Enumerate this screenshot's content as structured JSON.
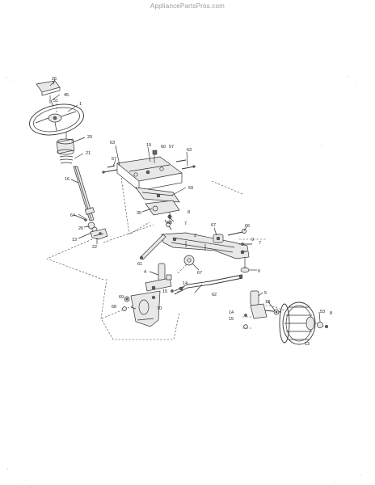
{
  "watermark": "AppliancePartsPros.com",
  "labels": {
    "l26a": "26",
    "l45": "45",
    "l51": "51",
    "l1": "1",
    "l20": "20",
    "l21": "21",
    "l16": "16",
    "l64": "64",
    "l26b": "26",
    "l13a": "13",
    "l22": "22",
    "l63a": "63",
    "l57a": "57",
    "l19": "19",
    "l60": "60",
    "l57b": "57",
    "l63b": "63",
    "l59": "59",
    "l35": "35",
    "l58": "58",
    "l8a": "8",
    "l7a": "7",
    "l2": "2",
    "l67a": "67",
    "l66": "66",
    "l9": "9",
    "l7b": "7",
    "l61": "61",
    "l4": "4",
    "l67b": "67",
    "l6": "6",
    "l14a": "14",
    "l15a": "15",
    "l62": "62",
    "l5": "5",
    "l69": "69",
    "l68": "68",
    "l70": "70",
    "l13b": "13",
    "l14b": "14",
    "l15b": "15",
    "l53": "53",
    "l8b": "8",
    "l13c": "13"
  }
}
